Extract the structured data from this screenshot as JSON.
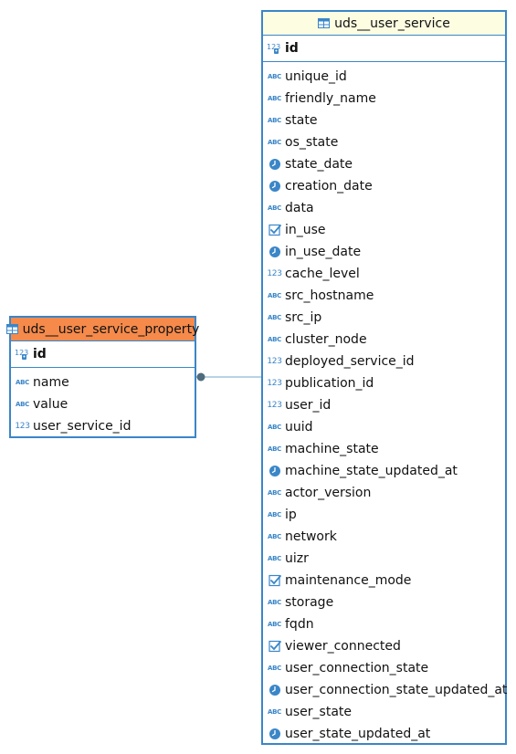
{
  "main_table": {
    "name": "uds__user_service",
    "pk": {
      "name": "id",
      "icon": "numeric-key-icon"
    },
    "columns": [
      {
        "name": "unique_id",
        "icon": "string"
      },
      {
        "name": "friendly_name",
        "icon": "string"
      },
      {
        "name": "state",
        "icon": "string"
      },
      {
        "name": "os_state",
        "icon": "string"
      },
      {
        "name": "state_date",
        "icon": "datetime"
      },
      {
        "name": "creation_date",
        "icon": "datetime"
      },
      {
        "name": "data",
        "icon": "string"
      },
      {
        "name": "in_use",
        "icon": "boolean"
      },
      {
        "name": "in_use_date",
        "icon": "datetime"
      },
      {
        "name": "cache_level",
        "icon": "numeric"
      },
      {
        "name": "src_hostname",
        "icon": "string"
      },
      {
        "name": "src_ip",
        "icon": "string"
      },
      {
        "name": "cluster_node",
        "icon": "string"
      },
      {
        "name": "deployed_service_id",
        "icon": "numeric"
      },
      {
        "name": "publication_id",
        "icon": "numeric"
      },
      {
        "name": "user_id",
        "icon": "numeric"
      },
      {
        "name": "uuid",
        "icon": "string"
      },
      {
        "name": "machine_state",
        "icon": "string"
      },
      {
        "name": "machine_state_updated_at",
        "icon": "datetime"
      },
      {
        "name": "actor_version",
        "icon": "string"
      },
      {
        "name": "ip",
        "icon": "string"
      },
      {
        "name": "network",
        "icon": "string"
      },
      {
        "name": "uizr",
        "icon": "string"
      },
      {
        "name": "maintenance_mode",
        "icon": "boolean"
      },
      {
        "name": "storage",
        "icon": "string"
      },
      {
        "name": "fqdn",
        "icon": "string"
      },
      {
        "name": "viewer_connected",
        "icon": "boolean"
      },
      {
        "name": "user_connection_state",
        "icon": "string"
      },
      {
        "name": "user_connection_state_updated_at",
        "icon": "datetime"
      },
      {
        "name": "user_state",
        "icon": "string"
      },
      {
        "name": "user_state_updated_at",
        "icon": "datetime"
      }
    ]
  },
  "prop_table": {
    "name": "uds__user_service_property",
    "pk": {
      "name": "id",
      "icon": "numeric-key-icon"
    },
    "columns": [
      {
        "name": "name",
        "icon": "string"
      },
      {
        "name": "value",
        "icon": "string"
      },
      {
        "name": "user_service_id",
        "icon": "numeric"
      }
    ]
  },
  "icon_glyphs": {
    "string": "ABC",
    "numeric": "123"
  },
  "colors": {
    "border": "#3a86c8",
    "main_header_bg": "#fdfde2",
    "prop_header_bg": "#f58a4b",
    "connector": "#6fa7c7",
    "connector_dot": "#4f6b7d"
  }
}
